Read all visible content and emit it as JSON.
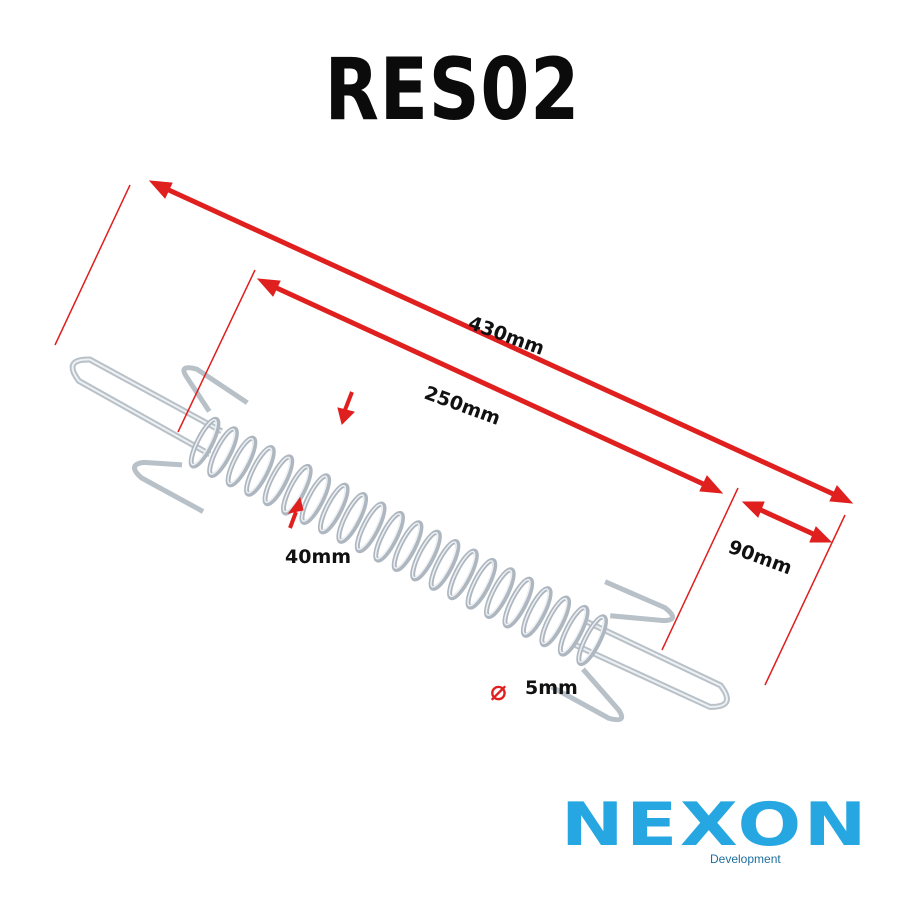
{
  "title": "RES02",
  "dimensions": {
    "overall_length": "430mm",
    "coil_length": "250mm",
    "hook_length": "90mm",
    "coil_diameter": "40mm",
    "wire_diameter": "5mm",
    "diameter_symbol": "⌀"
  },
  "logo": {
    "word": "NEXON",
    "sub": "Development"
  },
  "colors": {
    "dimension_line": "#e01f1f",
    "wire": "#b8c0c8",
    "logo": "#27a7e2"
  }
}
